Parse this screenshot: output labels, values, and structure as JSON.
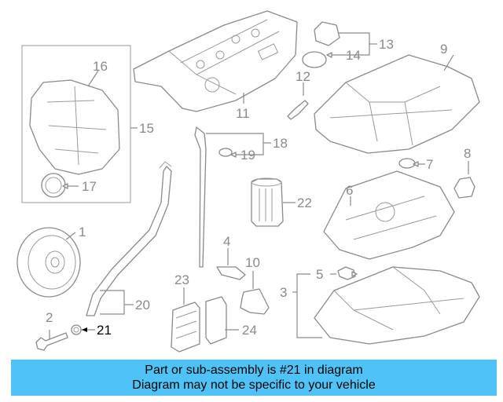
{
  "highlight_part": "21",
  "callouts": {
    "c1": "1",
    "c2": "2",
    "c3": "3",
    "c4": "4",
    "c5": "5",
    "c6": "6",
    "c7": "7",
    "c8": "8",
    "c9": "9",
    "c10": "10",
    "c11": "11",
    "c12": "12",
    "c13": "13",
    "c14": "14",
    "c15": "15",
    "c16": "16",
    "c17": "17",
    "c18": "18",
    "c19": "19",
    "c20": "20",
    "c21": "21",
    "c22": "22",
    "c23": "23",
    "c24": "24"
  },
  "banner": {
    "line1": "Part or sub-assembly is #21 in diagram",
    "line2": "Diagram may not be specific to your vehicle"
  },
  "colors": {
    "banner_bg": "#4fc3f7",
    "line_art": "#8a8a8a",
    "highlight_text": "#000000"
  }
}
